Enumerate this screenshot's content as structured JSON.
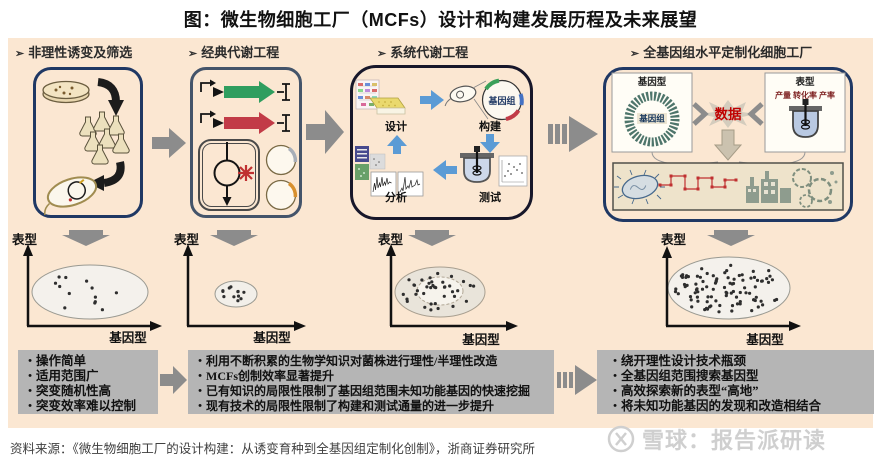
{
  "title": "图：微生物细胞工厂（MCFs）设计和构建发展历程及未来展望",
  "marker": "➢",
  "bullet": "•",
  "stages": [
    {
      "label": "非理性诱变及筛选"
    },
    {
      "label": "经典代谢工程"
    },
    {
      "label": "系统代谢工程"
    },
    {
      "label": "全基因组水平定制化细胞工厂"
    }
  ],
  "panel3": {
    "design": "设计",
    "build": "构建",
    "test": "测试",
    "analyze": "分析",
    "genome": "基因组"
  },
  "panel4": {
    "genotype": "基因型",
    "genome": "基因组",
    "data": "数据",
    "phenotype": "表型",
    "metrics": "产量 转化率 产率"
  },
  "plots": [
    {
      "y_label": "表型",
      "x_label": "基因型",
      "dots": 13
    },
    {
      "y_label": "表型",
      "x_label": "基因型",
      "dots": 12
    },
    {
      "y_label": "表型",
      "x_label": "基因型",
      "dots_inner": 16,
      "dots_outer": 22
    },
    {
      "y_label": "表型",
      "x_label": "基因型",
      "dots": 95
    }
  ],
  "boxes": [
    {
      "items": [
        "操作简单",
        "适用范围广",
        "突变随机性高",
        "突变效率难以控制"
      ]
    },
    {
      "items": [
        "利用不断积累的生物学知识对菌株进行理性/半理性改造",
        "MCFs创制效率显著提升",
        "已有知识的局限性限制了基因组范围未知功能基因的快速挖掘",
        "现有技术的局限性限制了构建和测试通量的进一步提升"
      ]
    },
    {
      "items": [
        "绕开理性设计技术瓶颈",
        "全基因组范围搜索基因型",
        "高效探索新的表型“高地”",
        "将未知功能基因的发现和改造相结合"
      ]
    }
  ],
  "footer": {
    "source": "资料来源：《微生物细胞工厂的设计构建：从诱变育种到全基因组定制化创制》，浙商证券研究所",
    "watermark": "雪球：报告派研读"
  },
  "colors": {
    "background": "#fbe7d2",
    "panel_border_navy": "#1f3864",
    "panel_border_slate": "#44546a",
    "panel_border_dark": "#17172a",
    "arrow_gray": "#8c8c8c",
    "box_gray": "#b5b5b5",
    "accent_red": "#c00000",
    "gene_green": "#2f9e5f",
    "gene_red": "#c23b47",
    "cycle_blue": "#5b9bd5"
  }
}
